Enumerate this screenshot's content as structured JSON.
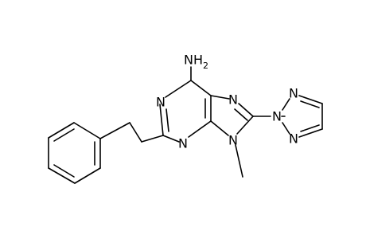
{
  "molecule": {
    "atoms": {
      "nh2": {
        "symbol": "NH",
        "subscript": "2"
      },
      "n1": {
        "symbol": "N"
      },
      "n3": {
        "symbol": "N"
      },
      "n7": {
        "symbol": "N"
      },
      "n9": {
        "symbol": "N"
      },
      "tz_n2": {
        "symbol": "N"
      },
      "tz_n1": {
        "symbol": "N"
      },
      "tz_n3": {
        "symbol": "N"
      }
    }
  }
}
